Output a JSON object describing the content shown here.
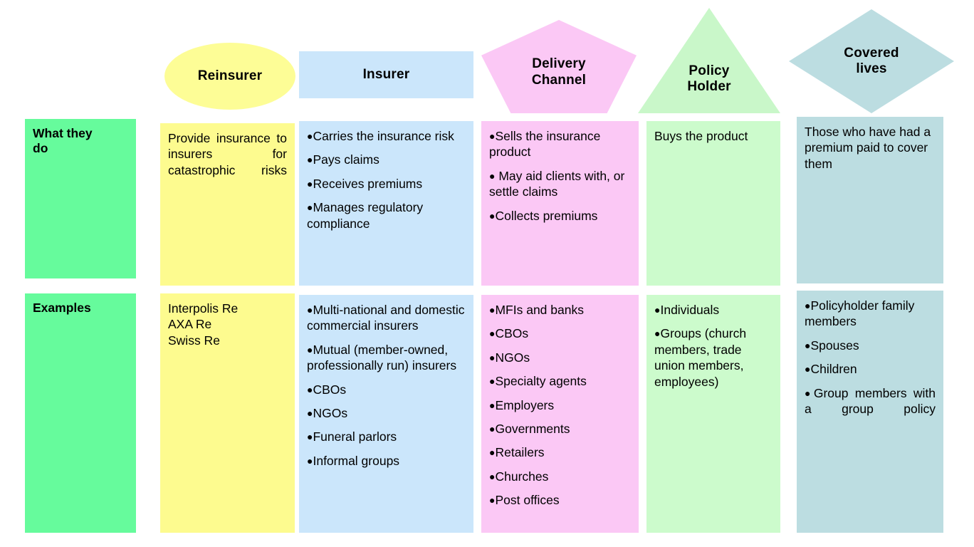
{
  "title": "Insurance value chain roles matrix",
  "colors": {
    "reinsurer": "#fdfd96",
    "insurer": "#cbe6fb",
    "delivery_channel": "#fbc8f5",
    "policy_holder": "#c9f7c9",
    "covered_lives": "#bcdde1",
    "row_label": "#66fb9c"
  },
  "headers": [
    {
      "label": "Reinsurer",
      "shape": "ellipse"
    },
    {
      "label": "Insurer",
      "shape": "rectangle"
    },
    {
      "label": "Delivery Channel",
      "line1": "Delivery",
      "line2": "Channel",
      "shape": "pentagon"
    },
    {
      "label": "Policy Holder",
      "line1": "Policy",
      "line2": "Holder",
      "shape": "triangle"
    },
    {
      "label": "Covered lives",
      "line1": "Covered",
      "line2": "lives",
      "shape": "diamond"
    }
  ],
  "rows": [
    {
      "label_line1": "What they",
      "label_line2": "do",
      "reinsurer": {
        "type": "paragraph",
        "text": "Provide insurance to insurers for catastrophic risks"
      },
      "insurer": {
        "type": "bullets",
        "items": [
          "Carries the insurance risk",
          "Pays claims",
          "Receives premiums",
          "Manages regulatory compliance"
        ]
      },
      "delivery_channel": {
        "type": "bullets",
        "items": [
          "Sells the insurance product",
          " May aid clients with, or settle claims",
          "Collects premiums"
        ]
      },
      "policy_holder": {
        "type": "paragraph",
        "text": "Buys the product"
      },
      "covered_lives": {
        "type": "paragraph",
        "text": "Those who have had a premium paid to cover them"
      }
    },
    {
      "label_line1": "Examples",
      "label_line2": "",
      "reinsurer": {
        "type": "lines",
        "lines": [
          "Interpolis Re",
          "AXA Re",
          "Swiss Re"
        ]
      },
      "insurer": {
        "type": "bullets",
        "items": [
          "Multi-national and domestic commercial insurers",
          "Mutual (member-owned, professionally run) insurers",
          "CBOs",
          "NGOs",
          "Funeral parlors",
          "Informal groups"
        ]
      },
      "delivery_channel": {
        "type": "bullets",
        "items": [
          "MFIs and banks",
          "CBOs",
          "NGOs",
          "Specialty agents",
          "Employers",
          "Governments",
          "Retailers",
          "Churches",
          "Post offices"
        ]
      },
      "policy_holder": {
        "type": "bullets",
        "items": [
          "Individuals",
          "Groups (church members, trade union members, employees)"
        ]
      },
      "covered_lives": {
        "type": "bullets",
        "items": [
          "Policyholder family members",
          "Spouses",
          "Children",
          "Group members with a group policy"
        ]
      }
    }
  ]
}
